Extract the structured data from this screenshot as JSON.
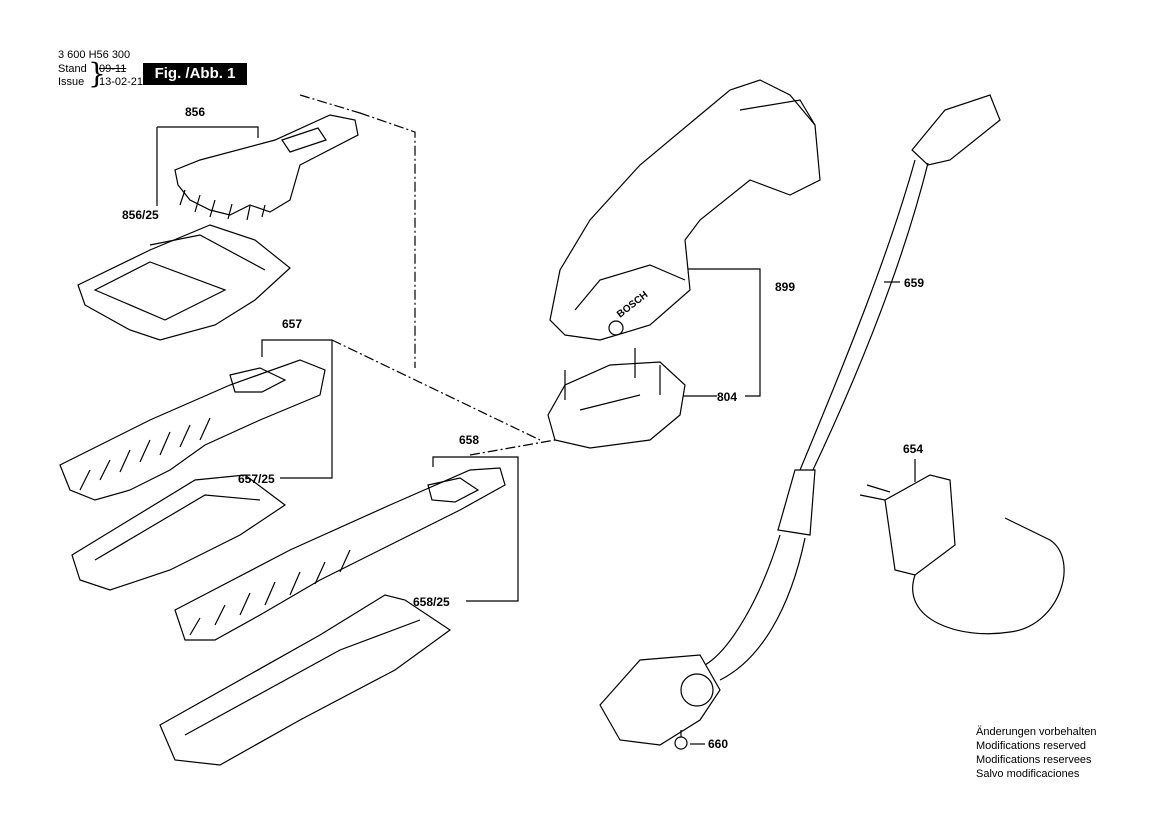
{
  "header": {
    "document_number": "3 600 H56 300",
    "stand_label": "Stand",
    "stand_value": "09-11",
    "issue_label": "Issue",
    "issue_value": "13-02-21",
    "figure_tab": "Fig. /Abb. 1"
  },
  "parts": {
    "p856": "856",
    "p856_25": "856/25",
    "p657": "657",
    "p657_25": "657/25",
    "p658": "658",
    "p658_25": "658/25",
    "p899": "899",
    "p804": "804",
    "p659": "659",
    "p654": "654",
    "p660": "660"
  },
  "notice": {
    "line_de": "Änderungen vorbehalten",
    "line_en": "Modifications reserved",
    "line_fr": "Modifications reservees",
    "line_es": "Salvo modificaciones"
  },
  "brand_text": "BOSCH"
}
